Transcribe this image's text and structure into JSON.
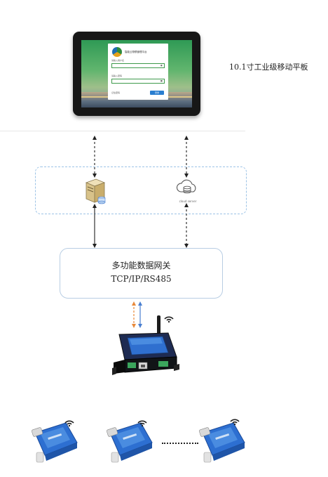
{
  "tablet": {
    "caption": "10.1寸工业级移动平板",
    "screen": {
      "app_title": "智能云物联管理平台",
      "username_label": "请输入用户名",
      "password_label": "请输入密码",
      "remember_label": "记住密码",
      "login_button": "登录"
    }
  },
  "gateway": {
    "title": "多功能数据网关",
    "protocols": "TCP/IP/RS485"
  },
  "cloud": {
    "caption": "cloud server"
  },
  "colors": {
    "zone_border": "#9cc3e6",
    "gateway_border": "#b8cde3",
    "arrow_orange": "#e8893a",
    "arrow_blue": "#4a7fd0",
    "sensor_blue": "#2d6fd1"
  },
  "icons": {
    "server": "server-icon",
    "cloud": "cloud-server-icon",
    "wifi": "wifi-icon"
  }
}
